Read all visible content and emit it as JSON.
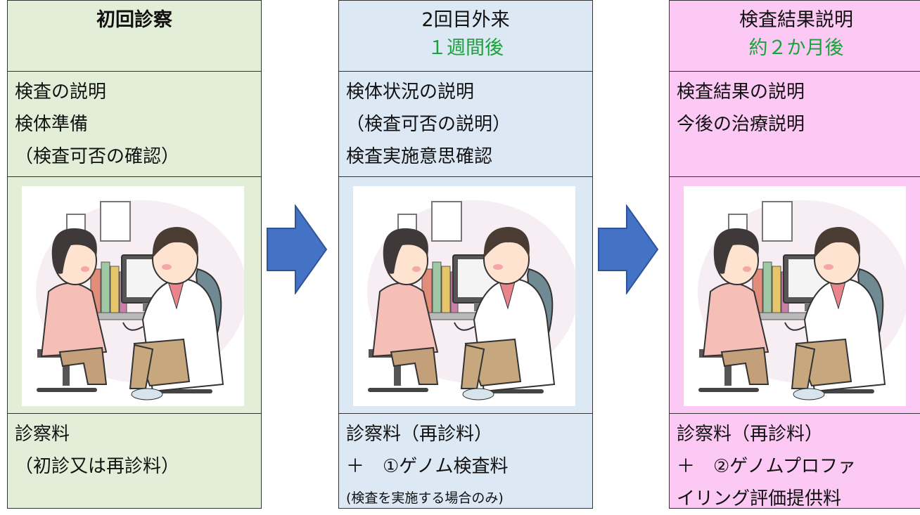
{
  "panels": [
    {
      "title": "初回診察",
      "subtitle": "",
      "description": [
        "検査の説明",
        "検体準備",
        "（検査可否の確認）"
      ],
      "fees": [
        "診察料",
        "（初診又は再診料）"
      ]
    },
    {
      "title": "2回目外来",
      "subtitle": "１週間後",
      "description": [
        "検体状況の説明",
        "（検査可否の説明）",
        "検査実施意思確認"
      ],
      "fees": [
        "診察料（再診料）",
        "＋　①ゲノム検査料",
        "(検査を実施する場合のみ)"
      ]
    },
    {
      "title": "検査結果説明",
      "subtitle": "約２か月後",
      "description": [
        "検査結果の説明",
        "今後の治療説明"
      ],
      "fees": [
        "診察料（再診料）",
        "＋　②ゲノムプロファ",
        "イリング評価提供料"
      ]
    }
  ],
  "colors": {
    "panel1_bg": "#e2eed8",
    "panel2_bg": "#dde8f5",
    "panel3_bg": "#fcc8f4",
    "subtitle": "#1aa33a",
    "arrow": "#4472c4"
  }
}
